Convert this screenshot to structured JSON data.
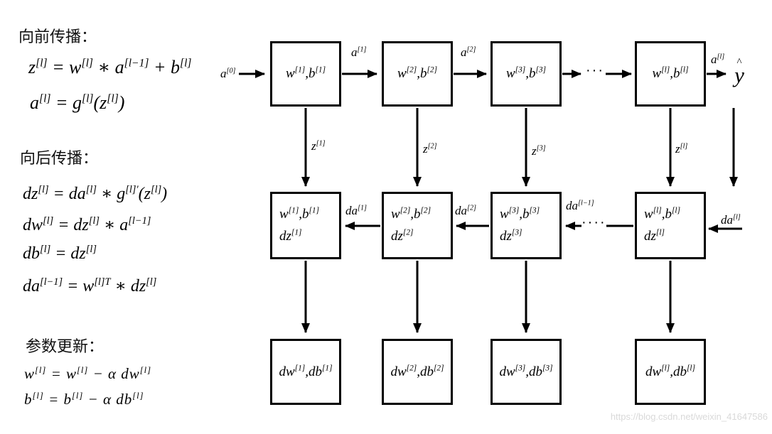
{
  "panel": {
    "forward_title": "向前传播：",
    "forward_eqs": [
      "z^{[l]} = w^{[l]} ∗ a^{[l−1]} + b^{[l]}",
      "a^{[l]} = g^{[l]}(z^{[l]})"
    ],
    "backward_title": "向后传播：",
    "backward_eqs": [
      "dz^{[l]} = da^{[l]} ∗ g^{[l]′}(z^{[l]})",
      "dw^{[l]} = dz^{[l]} ∗ a^{[l−1]}",
      "db^{[l]} = dz^{[l]}",
      "da^{[l−1]} = w^{[l]T} ∗ dz^{[l]}"
    ],
    "update_title": "参数更新：",
    "update_eqs": [
      "w^{[l]} = w^{[l]} − α dw^{[l]}",
      "b^{[l]} = b^{[l]} − α db^{[l]}"
    ]
  },
  "network": {
    "input_label": "a^{[0]}",
    "output": {
      "hat": "^",
      "letter": "y"
    },
    "forward_labels": {
      "a1": "a^{[1]}",
      "a2": "a^{[2]}",
      "al": "a^{[l]}",
      "dots": "···"
    },
    "z_labels": [
      "z^{[1]}",
      "z^{[2]}",
      "z^{[3]}",
      "z^{[l]}"
    ],
    "backward_labels": {
      "da1": "da^{[1]}",
      "da2": "da^{[2]}",
      "dal1": "da^{[l−1]}",
      "dal": "da^{[l]}",
      "dots": "····"
    },
    "row1": [
      "w^{[1]},b^{[1]}",
      "w^{[2]},b^{[2]}",
      "w^{[3]},b^{[3]}",
      "w^{[l]},b^{[l]}"
    ],
    "row2": [
      {
        "l1": "w^{[1]},b^{[1]}",
        "l2": "dz^{[1]}"
      },
      {
        "l1": "w^{[2]},b^{[2]}",
        "l2": "dz^{[2]}"
      },
      {
        "l1": "w^{[3]},b^{[3]}",
        "l2": "dz^{[3]}"
      },
      {
        "l1": "w^{[l]},b^{[l]}",
        "l2": "dz^{[l]}"
      }
    ],
    "row3": [
      "dw^{[1]},db^{[1]}",
      "dw^{[2]},db^{[2]}",
      "dw^{[3]},db^{[3]}",
      "dw^{[l]},db^{[l]}"
    ]
  },
  "watermark": "https://blog.csdn.net/weixin_41647586",
  "colors": {
    "line": "#000000",
    "watermark": "#d9d9d9"
  }
}
